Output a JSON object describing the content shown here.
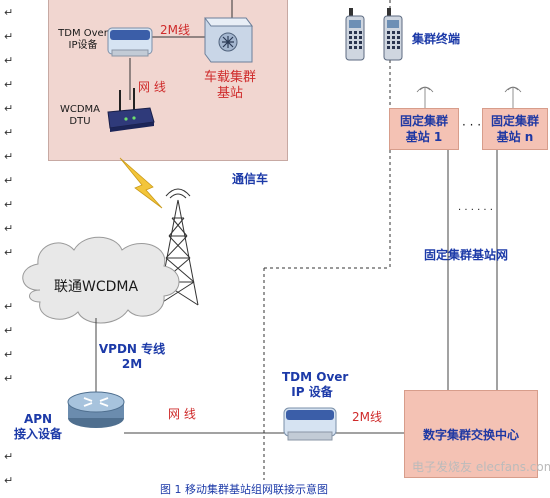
{
  "vehicle_box": {
    "tdm_over_ip_line1": "TDM Over",
    "tdm_over_ip_line2": "IP设备",
    "link_2m": "2M线",
    "network_cable": "网 线",
    "vehicle_bs_line1": "车载集群",
    "vehicle_bs_line2": "基站",
    "wcdma_dtu_line1": "WCDMA",
    "wcdma_dtu_line2": "DTU"
  },
  "comm_vehicle_label": "通信车",
  "terminals_label": "集群终端",
  "fixed_bs_1": {
    "line1": "固定集群",
    "line2": "基站 1"
  },
  "ellipsis_horizontal": "· · ·",
  "fixed_bs_n": {
    "line1": "固定集群",
    "line2": "基站 n"
  },
  "ellipsis_vertical_dots": "· · · · · ·",
  "fixed_network_label": "固定集群基站网",
  "wcdma_cloud_label": "联通WCDMA",
  "vpdn_line1": "VPDN 专线",
  "vpdn_line2": "2M",
  "apn_line1": "APN",
  "apn_line2": "接入设备",
  "bottom_cable_label": "网 线",
  "bottom_tdm_line1": "TDM Over",
  "bottom_tdm_line2": "IP 设备",
  "bottom_2m_label": "2M线",
  "switch_center_label": "数字集群交换中心",
  "caption": "图 1   移动集群基站组网联接示意图",
  "watermark": "电子发烧友  elecfans.com",
  "para_mark": "↵",
  "colors": {
    "vehicle_fill": "#f1d6d0",
    "box_fill": "#f4c2b4",
    "red_text": "#cf2b2b",
    "blue_text": "#1c3aa8"
  }
}
